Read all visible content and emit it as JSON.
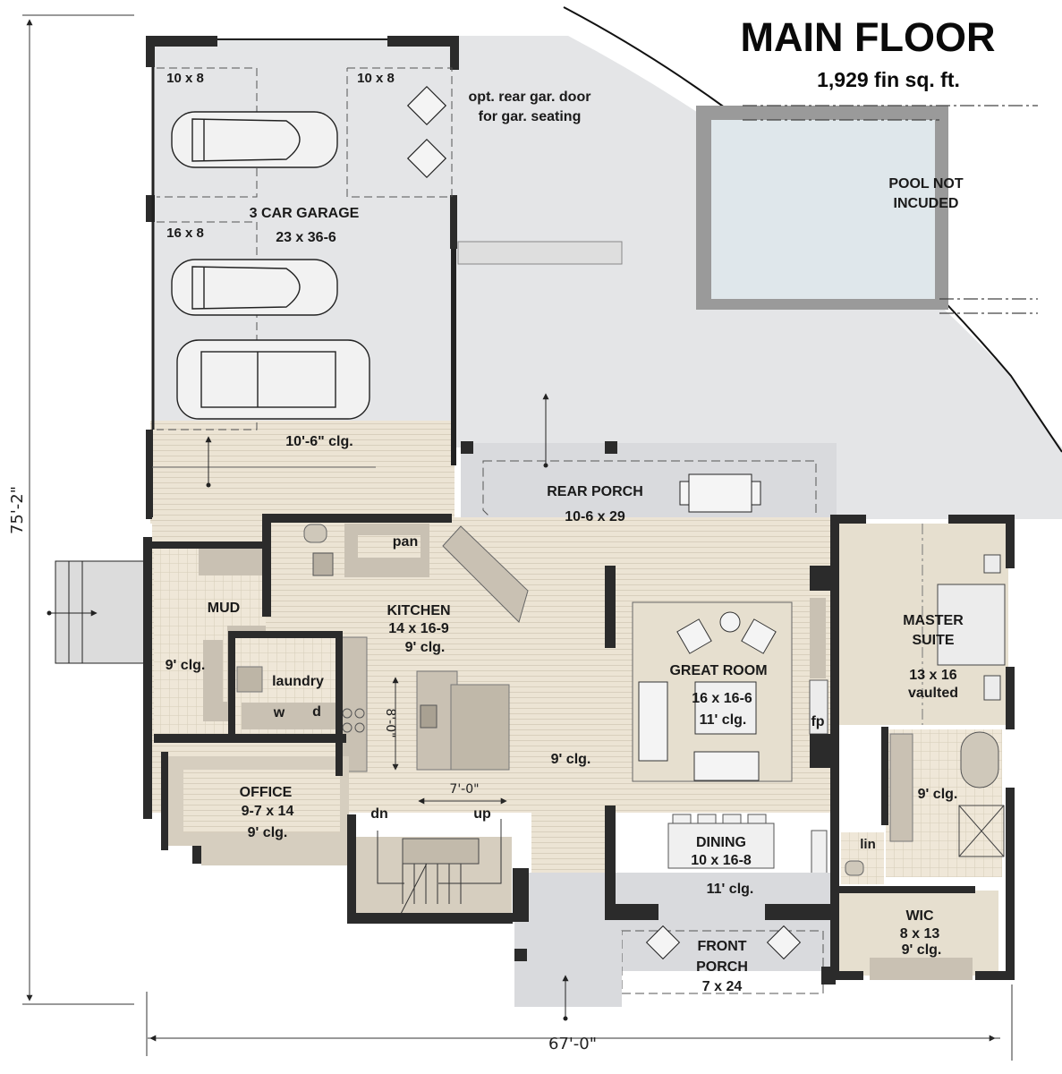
{
  "header": {
    "title": "MAIN FLOOR",
    "subtitle": "1,929 fin sq. ft."
  },
  "dimensions": {
    "overall_depth": "75'-2\"",
    "overall_width": "67'-0\"",
    "stair_width": "7'-0\"",
    "island_length": "8'-0\""
  },
  "notes": {
    "pool_line1": "POOL NOT",
    "pool_line2": "INCUDED",
    "garage_option_line1": "opt. rear gar. door",
    "garage_option_line2": "for gar. seating"
  },
  "rooms": {
    "garage": {
      "name": "3 CAR GARAGE",
      "size": "23 x 36-6",
      "ceiling": "10'-6\" clg.",
      "bay1": "10 x 8",
      "bay2": "10 x 8",
      "bay3": "16 x 8"
    },
    "rear_porch": {
      "name": "REAR PORCH",
      "size": "10-6 x 29"
    },
    "master_suite": {
      "name_line1": "MASTER",
      "name_line2": "SUITE",
      "size": "13 x 16",
      "ceiling": "vaulted"
    },
    "mud": {
      "name": "MUD",
      "ceiling": "9' clg."
    },
    "pantry": {
      "name": "pan"
    },
    "kitchen": {
      "name": "KITCHEN",
      "size": "14 x 16-9",
      "ceiling": "9' clg."
    },
    "laundry": {
      "name": "laundry",
      "washer": "w",
      "dryer": "d"
    },
    "great_room": {
      "name": "GREAT ROOM",
      "size": "16 x 16-6",
      "ceiling": "11' clg.",
      "fireplace": "fp"
    },
    "hall": {
      "ceiling": "9' clg."
    },
    "office": {
      "name": "OFFICE",
      "size": "9-7 x 14",
      "ceiling": "9' clg."
    },
    "stairs": {
      "down": "dn",
      "up": "up"
    },
    "dining": {
      "name": "DINING",
      "size": "10 x 16-8",
      "ceiling": "11' clg."
    },
    "master_bath": {
      "ceiling": "9' clg.",
      "linen": "lin"
    },
    "wic": {
      "name": "WIC",
      "size": "8 x 13",
      "ceiling": "9' clg."
    },
    "front_porch": {
      "name_line1": "FRONT",
      "name_line2": "PORCH",
      "size": "7 x 24"
    }
  },
  "colors": {
    "wall": "#2b2b2b",
    "exterior_slab": "#e3e4e6",
    "interior_floor": "#ebe3d3",
    "cabinet": "#c9c1b3",
    "pool_water": "#dde6ea"
  }
}
